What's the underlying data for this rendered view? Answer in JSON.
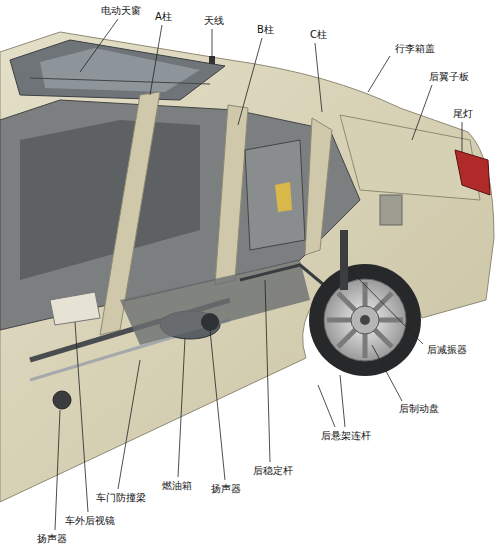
{
  "diagram": {
    "labels": [
      "电动天窗",
      "A柱",
      "天线",
      "B柱",
      "C柱",
      "行李箱盖",
      "后翼子板",
      "尾灯",
      "后减振器",
      "后制动盘",
      "后悬架连杆",
      "后稳定杆",
      "扬声器",
      "燃油箱",
      "车门防撞梁",
      "车外后视镜",
      "扬声器"
    ]
  }
}
